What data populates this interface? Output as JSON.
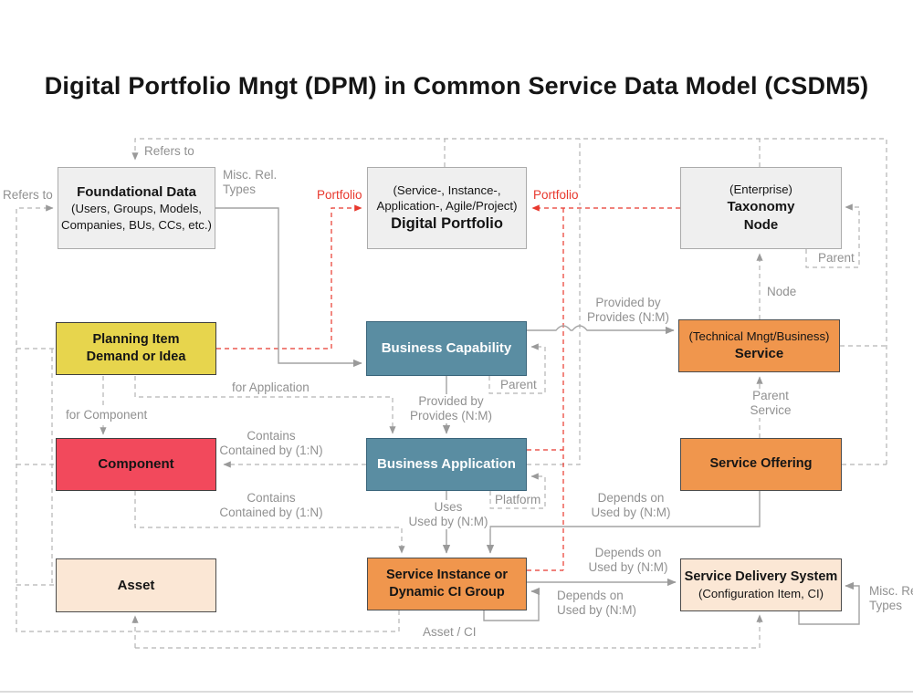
{
  "title": "Digital Portfolio Mngt (DPM) in Common Service Data Model (CSDM5)",
  "colors": {
    "accent_red": "#e8382d",
    "connector_gray": "#a8a8a8",
    "label_gray": "#919191",
    "box_gray": "#efefef",
    "box_yellow": "#e7d54d",
    "box_teal": "#5a8da2",
    "box_red": "#f2495c",
    "box_orange": "#f0964d",
    "box_peach": "#fbe7d5"
  },
  "nodes": {
    "foundational_data": {
      "title": "Foundational Data",
      "sub1": "(Users, Groups, Models,",
      "sub2": "Companies, BUs, CCs, etc.)"
    },
    "digital_portfolio": {
      "sub1": "(Service-, Instance-,",
      "sub2": "Application-, Agile/Project)",
      "title": "Digital Portfolio"
    },
    "taxonomy_node": {
      "sub1": "(Enterprise)",
      "title1": "Taxonomy",
      "title2": "Node"
    },
    "planning_item": {
      "title1": "Planning Item",
      "title2": "Demand or Idea"
    },
    "business_capability": {
      "title": "Business Capability"
    },
    "service": {
      "sub1": "(Technical Mngt/Business)",
      "title": "Service"
    },
    "component": {
      "title": "Component"
    },
    "business_application": {
      "title": "Business Application"
    },
    "service_offering": {
      "title": "Service Offering"
    },
    "asset": {
      "title": "Asset"
    },
    "service_instance": {
      "title1": "Service Instance or",
      "title2": "Dynamic CI Group"
    },
    "service_delivery_system": {
      "title": "Service Delivery System",
      "sub1": "(Configuration Item, CI)"
    }
  },
  "labels": {
    "refers_to_top": [
      "Refers to"
    ],
    "refers_to_left": [
      "Refers to"
    ],
    "misc_rel_fd": [
      "Misc. Rel.",
      "Types"
    ],
    "portfolio_left": [
      "Portfolio"
    ],
    "portfolio_right": [
      "Portfolio"
    ],
    "parent_taxonomy": [
      "Parent"
    ],
    "node": [
      "Node"
    ],
    "provided_by_service": [
      "Provided by",
      "Provides (N:M)"
    ],
    "parent_capability": [
      "Parent"
    ],
    "for_application": [
      "for Application"
    ],
    "provided_by_application": [
      "Provided by",
      "Provides (N:M)"
    ],
    "for_component": [
      "for Component"
    ],
    "contains_application": [
      "Contains",
      "Contained by (1:N)"
    ],
    "parent_service": [
      "Parent",
      "Service"
    ],
    "platform": [
      "Platform"
    ],
    "contains_instance": [
      "Contains",
      "Contained by (1:N)"
    ],
    "uses": [
      "Uses",
      "Used by (N:M)"
    ],
    "depends_offering": [
      "Depends on",
      "Used by (N:M)"
    ],
    "depends_delivery": [
      "Depends on",
      "Used by (N:M)"
    ],
    "depends_self": [
      "Depends on",
      "Used by (N:M)"
    ],
    "misc_rel_sds": [
      "Misc. Rel.",
      "Types"
    ],
    "asset_ci": [
      "Asset / CI"
    ]
  }
}
